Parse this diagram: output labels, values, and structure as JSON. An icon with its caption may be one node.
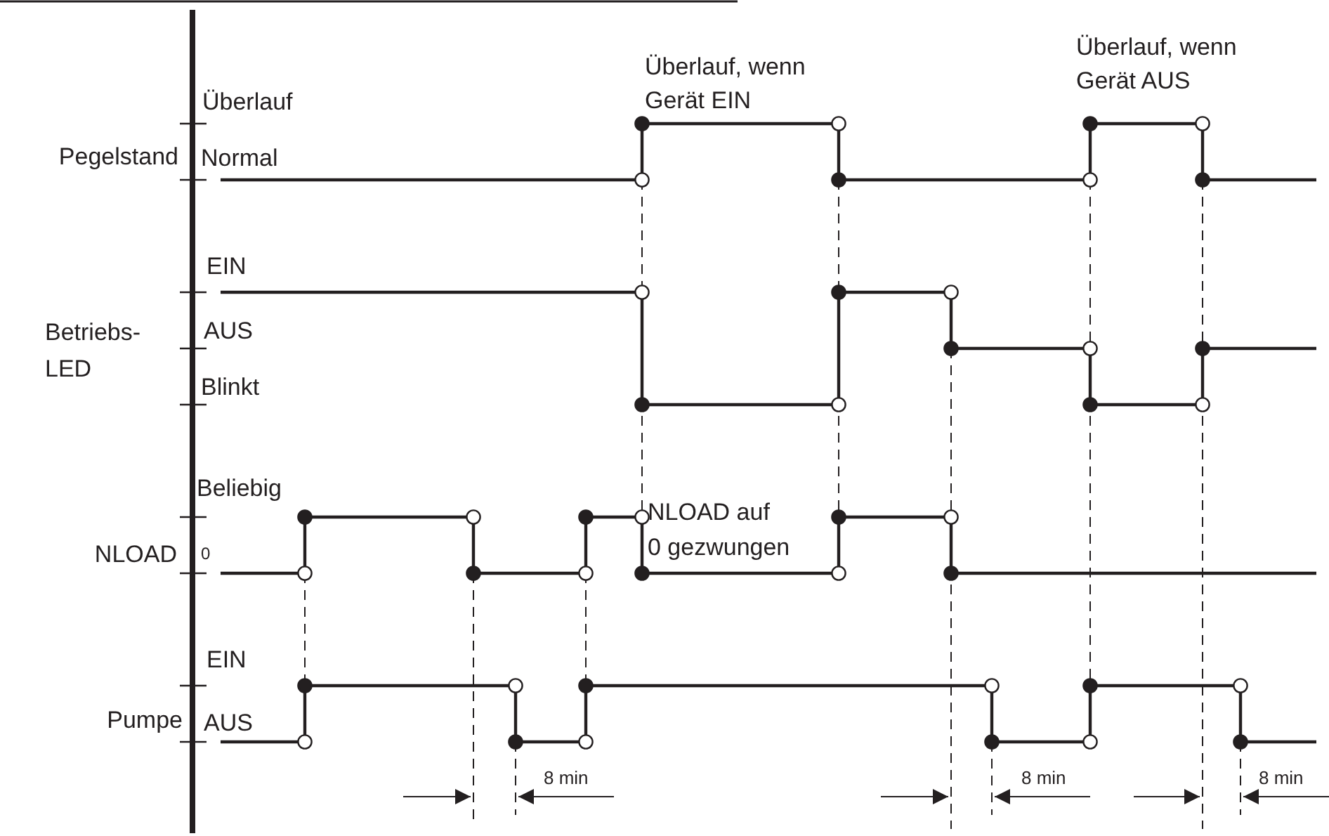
{
  "diagram": {
    "labels": [
      "Überlauf, wenn Gerät EIN",
      "Überlauf, wenn Gerät AUS",
      "Überlauf",
      "Pegelstand",
      "Normal",
      "EIN",
      "Betriebs- LED",
      "AUS",
      "Blinkt",
      "Beliebig",
      "NLOAD auf 0 gezwungen",
      "NLOAD",
      "0",
      "EIN",
      "Pumpe",
      "AUS",
      "8 min",
      "8 min",
      "8 min"
    ]
  }
}
